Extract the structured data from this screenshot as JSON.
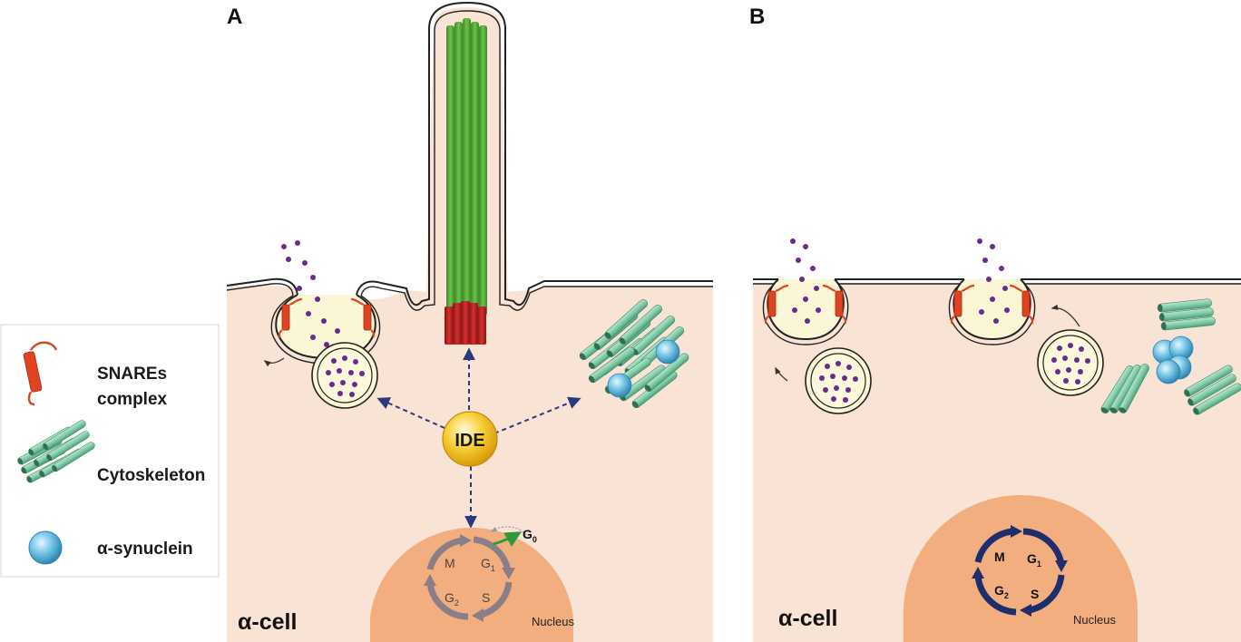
{
  "panels": {
    "a": {
      "letter": "A",
      "cell_label": "α-cell",
      "nucleus_label": "Nucleus",
      "center_label": "IDE"
    },
    "b": {
      "letter": "B",
      "cell_label": "α-cell",
      "nucleus_label": "Nucleus"
    }
  },
  "cell_cycle": {
    "phases": {
      "m": "M",
      "g1_base": "G",
      "g1_sub": "1",
      "s": "S",
      "g2_base": "G",
      "g2_sub": "2"
    },
    "exit": {
      "base": "G",
      "sub": "0"
    }
  },
  "legend": {
    "items": [
      {
        "line1": "SNAREs",
        "line2": "complex",
        "icon": "snare-icon"
      },
      {
        "line1": "Cytoskeleton",
        "line2": "",
        "icon": "cytoskeleton-icon"
      },
      {
        "line1": "α-synuclein",
        "line2": "",
        "icon": "alpha-synuclein-icon"
      }
    ]
  },
  "colors": {
    "cytoplasm": "#f9e3d5",
    "nucleus": "#f2ae7e",
    "snare": "#e0431f",
    "cytoskeleton": "#7ec9a6",
    "cilium_green": "#52a434",
    "cilium_base": "#b81e1e",
    "synuclein": "#5fb6dc",
    "granule_dot": "#6a2c8c",
    "ide": "#f4c21c",
    "cycle_a": "#8a7f86",
    "cycle_b": "#1e2d6b",
    "arrow_dashed": "#2a3a7a",
    "g0_arrow": "#2f9a3a"
  }
}
